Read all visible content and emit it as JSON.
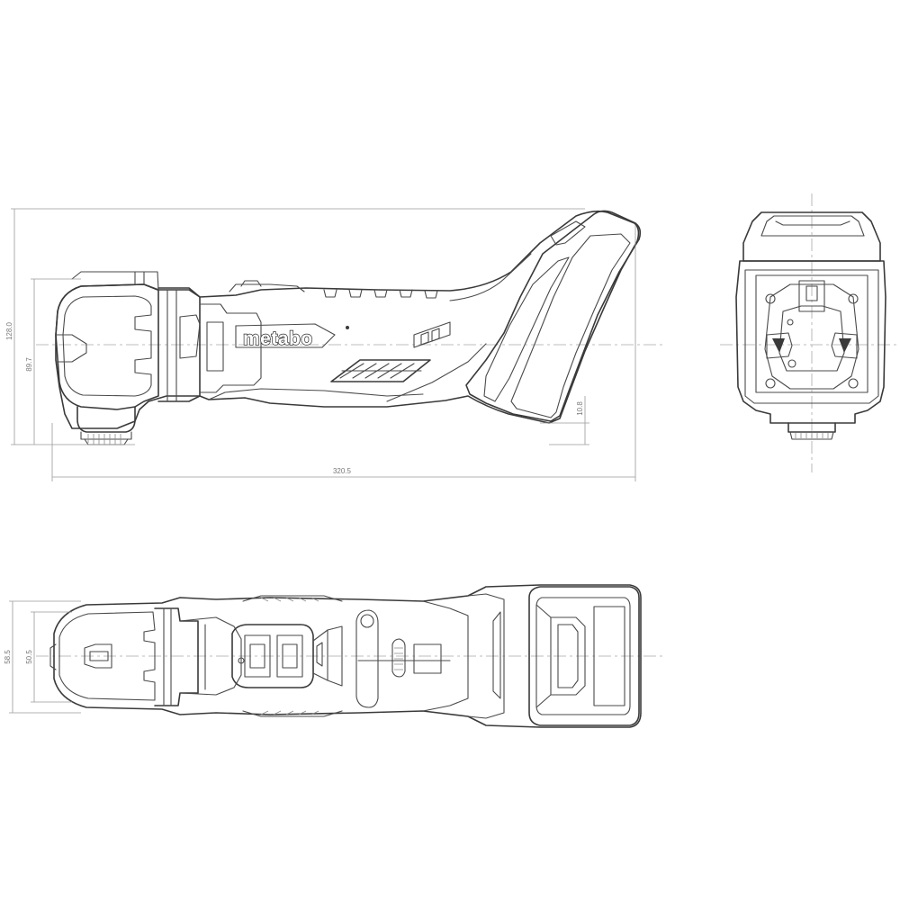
{
  "drawing": {
    "brand_logo": "metabo",
    "side_view": {
      "dimensions": {
        "total_height": "128.0",
        "body_height": "89.7",
        "total_length": "320.5",
        "foot_offset": "10.8"
      }
    },
    "top_view": {
      "dimensions": {
        "overall_width": "58.5",
        "body_width": "50.5"
      }
    }
  },
  "colors": {
    "line": "#3a3a3a",
    "dimension_line": "#9a9a9a",
    "background": "#ffffff"
  }
}
